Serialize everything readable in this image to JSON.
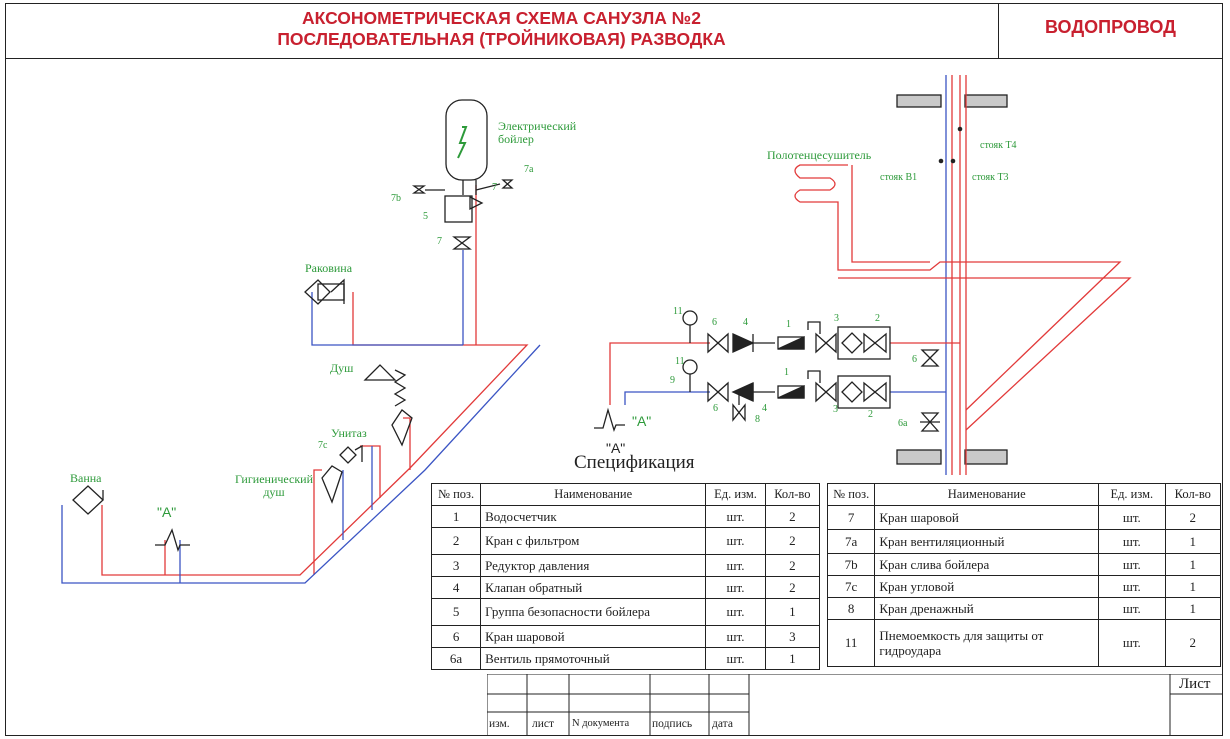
{
  "header": {
    "title_line1": "АКСОНОМЕТРИЧЕСКАЯ СХЕМА САНУЗЛА №2",
    "title_line2": "ПОСЛЕДОВАТЕЛЬНАЯ (ТРОЙНИКОВАЯ) РАЗВОДКА",
    "section": "ВОДОПРОВОД"
  },
  "colors": {
    "hot": "#e23a3a",
    "cold": "#3b55c4",
    "label": "#2d9a3a",
    "title": "#c8202f"
  },
  "diagram": {
    "boiler": "Электрический бойлер",
    "sink": "Раковина",
    "shower": "Душ",
    "toilet": "Унитаз",
    "hygienic_shower": "Гигиенический душ",
    "bath": "Ванна",
    "towel_dryer": "Полотенцесушитель",
    "riser_b1": "стояк В1",
    "riser_t3": "стояк Т3",
    "riser_t4": "стояк Т4",
    "point_a_left": "\"А\"",
    "point_a_right": "\"А\"",
    "point_a_bottom": "\"А\"",
    "pos": {
      "p7b": "7b",
      "p5": "5",
      "p7_top": "7",
      "p7a": "7a",
      "p7_bottom": "7",
      "p7c": "7c",
      "p11_top": "11",
      "p6_top": "6",
      "p4_top": "4",
      "p1_top": "1",
      "p3_top": "3",
      "p2_top": "2",
      "p11_bot": "11",
      "p9": "9",
      "p1_bot": "1",
      "p6_bot": "6",
      "p4_bot": "4",
      "p8": "8",
      "p3_bot": "3",
      "p2_bot": "2",
      "p6_riser": "6",
      "p6a": "6а"
    }
  },
  "spec": {
    "title": "Спецификация",
    "headers": {
      "pos": "№ поз.",
      "name": "Наименование",
      "unit": "Ед. изм.",
      "qty": "Кол-во"
    },
    "left": [
      {
        "pos": "1",
        "name": "Водосчетчик",
        "unit": "шт.",
        "qty": "2"
      },
      {
        "pos": "2",
        "name": "Кран с фильтром",
        "unit": "шт.",
        "qty": "2"
      },
      {
        "pos": "3",
        "name": "Редуктор давления",
        "unit": "шт.",
        "qty": "2"
      },
      {
        "pos": "4",
        "name": "Клапан обратный",
        "unit": "шт.",
        "qty": "2"
      },
      {
        "pos": "5",
        "name": "Группа безопасности бойлера",
        "unit": "шт.",
        "qty": "1"
      },
      {
        "pos": "6",
        "name": "Кран шаровой",
        "unit": "шт.",
        "qty": "3"
      },
      {
        "pos": "6a",
        "name": "Вентиль прямоточный",
        "unit": "шт.",
        "qty": "1"
      }
    ],
    "right": [
      {
        "pos": "7",
        "name": "Кран шаровой",
        "unit": "шт.",
        "qty": "2"
      },
      {
        "pos": "7a",
        "name": "Кран вентиляционный",
        "unit": "шт.",
        "qty": "1"
      },
      {
        "pos": "7b",
        "name": "Кран слива бойлера",
        "unit": "шт.",
        "qty": "1"
      },
      {
        "pos": "7c",
        "name": "Кран угловой",
        "unit": "шт.",
        "qty": "1"
      },
      {
        "pos": "8",
        "name": "Кран дренажный",
        "unit": "шт.",
        "qty": "1"
      },
      {
        "pos": "11",
        "name": "Пнемоемкость для защиты от гидроудара",
        "unit": "шт.",
        "qty": "2"
      }
    ]
  },
  "stamp": {
    "izm": "изм.",
    "list": "лист",
    "ndoc": "N документа",
    "podpis": "подпись",
    "data": "дата",
    "sheet": "Лист"
  }
}
